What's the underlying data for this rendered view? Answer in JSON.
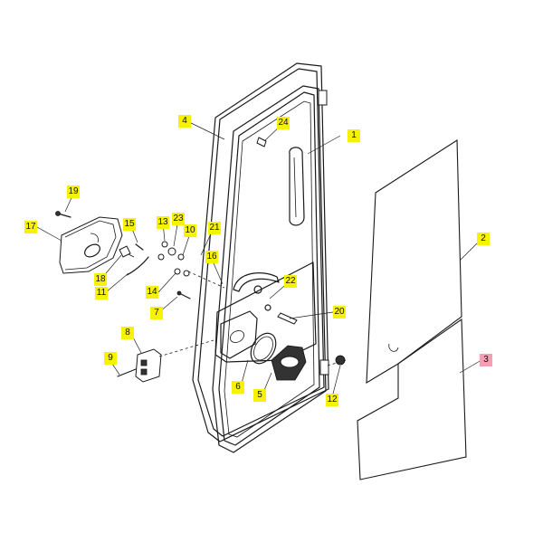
{
  "callouts": [
    {
      "id": "p1",
      "label": "1",
      "selected": false
    },
    {
      "id": "p2",
      "label": "2",
      "selected": false
    },
    {
      "id": "p3",
      "label": "3",
      "selected": true
    },
    {
      "id": "p4",
      "label": "4",
      "selected": false
    },
    {
      "id": "p5",
      "label": "5",
      "selected": false
    },
    {
      "id": "p6",
      "label": "6",
      "selected": false
    },
    {
      "id": "p7",
      "label": "7",
      "selected": false
    },
    {
      "id": "p8",
      "label": "8",
      "selected": false
    },
    {
      "id": "p9",
      "label": "9",
      "selected": false
    },
    {
      "id": "p10",
      "label": "10",
      "selected": false
    },
    {
      "id": "p11",
      "label": "11",
      "selected": false
    },
    {
      "id": "p12",
      "label": "12",
      "selected": false
    },
    {
      "id": "p13",
      "label": "13",
      "selected": false
    },
    {
      "id": "p14",
      "label": "14",
      "selected": false
    },
    {
      "id": "p15",
      "label": "15",
      "selected": false
    },
    {
      "id": "p16",
      "label": "16",
      "selected": false
    },
    {
      "id": "p17",
      "label": "17",
      "selected": false
    },
    {
      "id": "p18",
      "label": "18",
      "selected": false
    },
    {
      "id": "p19",
      "label": "19",
      "selected": false
    },
    {
      "id": "p20",
      "label": "20",
      "selected": false
    },
    {
      "id": "p21",
      "label": "21",
      "selected": false
    },
    {
      "id": "p22",
      "label": "22",
      "selected": false
    },
    {
      "id": "p23",
      "label": "23",
      "selected": false
    },
    {
      "id": "p24",
      "label": "24",
      "selected": false
    }
  ],
  "colors": {
    "tag": "#f7f200",
    "tag_selected": "#f2a0b4",
    "line": "#1a1a1a"
  }
}
